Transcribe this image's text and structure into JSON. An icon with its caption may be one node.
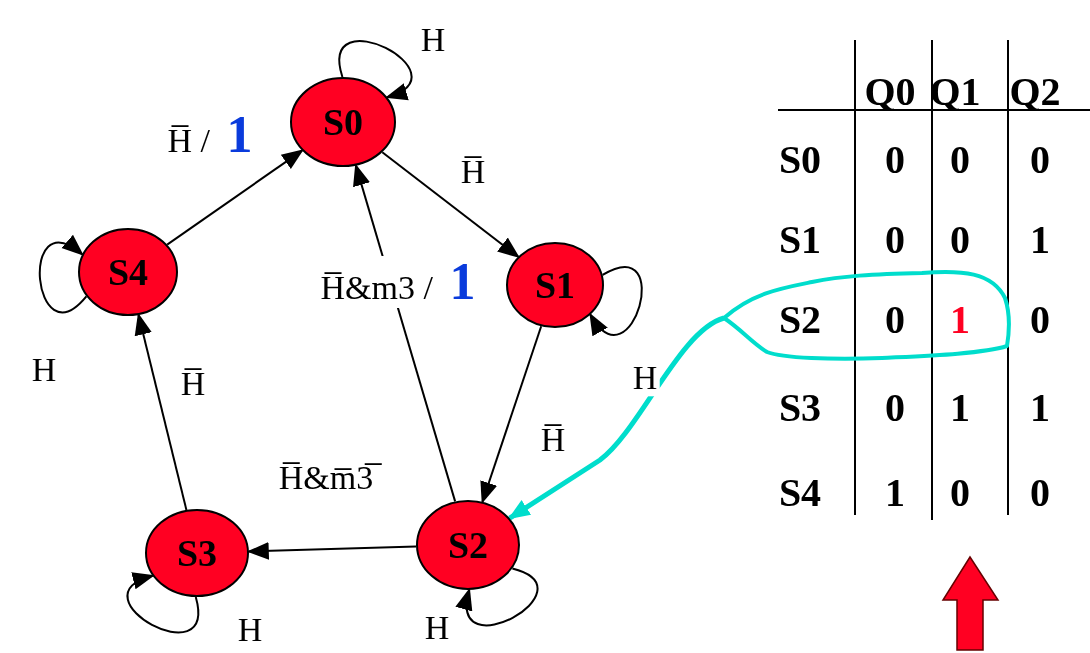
{
  "diagram": {
    "nodes": [
      {
        "text": [
          "S0"
        ]
      },
      {
        "text": [
          "S1"
        ]
      },
      {
        "text": [
          "S2"
        ]
      },
      {
        "text": [
          "S3"
        ]
      },
      {
        "text": [
          "S4"
        ]
      },
      {
        "text": [],
        "shape": "circle"
      }
    ],
    "edges": [
      {
        "from": 0,
        "to": 0,
        "arrow": "to",
        "label": "H"
      },
      {
        "from": 0,
        "to": 1,
        "arrow": "to",
        "label": "H̅"
      },
      {
        "from": 1,
        "to": 1,
        "arrow": "to",
        "label": "H"
      },
      {
        "from": 1,
        "to": 2,
        "arrow": "to",
        "label": "H̅"
      },
      {
        "from": 2,
        "to": 2,
        "arrow": "to",
        "label": "H"
      },
      {
        "from": 2,
        "to": 3,
        "arrow": "to",
        "label": "H̅&m̅3̅"
      },
      {
        "from": 2,
        "to": 0,
        "arrow": "to",
        "label": "H̅&m3 / **1**"
      },
      {
        "from": 3,
        "to": 3,
        "arrow": "to",
        "label": "H"
      },
      {
        "from": 3,
        "to": 4,
        "arrow": "to",
        "label": "H̅"
      },
      {
        "from": 4,
        "to": 4,
        "arrow": "to",
        "label": "H"
      },
      {
        "from": 4,
        "to": 0,
        "arrow": "to",
        "label": "H̅ / **1**"
      },
      {
        "from": 5,
        "to": 2,
        "arrow": "to",
        "style": "thick",
        "color": "#00ddcc"
      }
    ],
    "labels": [
      "Q0",
      "Q1",
      "Q2",
      "S0",
      "0",
      "0",
      "0",
      "S1",
      "0",
      "0",
      "1",
      "S2",
      "0",
      "1",
      "0",
      "S3",
      "0",
      "1",
      "1",
      "S4",
      "1",
      "0",
      "0"
    ]
  }
}
